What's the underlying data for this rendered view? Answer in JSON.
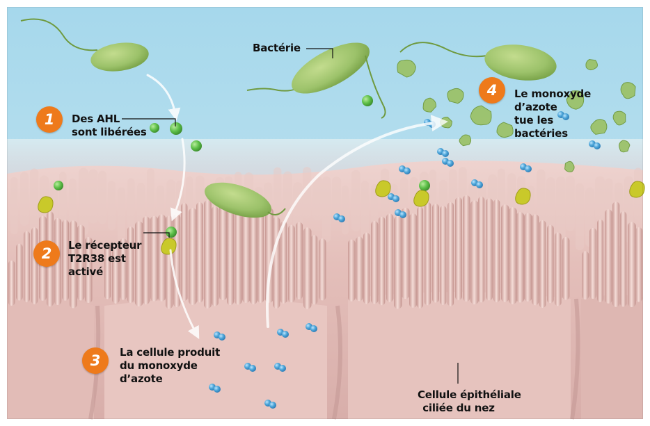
{
  "colors": {
    "water_top": "#a6d8ec",
    "water_bottom": "#cde9f1",
    "tissue_light": "#f3dcd6",
    "tissue_mid": "#e5c1bb",
    "tissue_dark": "#c99c98",
    "bacteria": "#9cc26a",
    "bacteria_dark": "#6f9a3f",
    "ahl": "#5dbf48",
    "receptor": "#c9c92a",
    "no_molecule": "#4da6d9",
    "badge": "#ee7a1b",
    "arrow": "#ffffff",
    "text": "#111111"
  },
  "steps": [
    {
      "number": "1",
      "lines": [
        "Des AHL",
        "sont libérées"
      ]
    },
    {
      "number": "2",
      "lines": [
        "Le récepteur",
        "T2R38 est",
        "activé"
      ]
    },
    {
      "number": "3",
      "lines": [
        "La cellule produit",
        "du monoxyde",
        "d’azote"
      ]
    },
    {
      "number": "4",
      "lines": [
        "Le monoxyde",
        "d’azote",
        "tue les",
        "bactéries"
      ]
    }
  ],
  "labels": {
    "bacterium": "Bactérie",
    "cell": [
      "Cellule épithéliale",
      "ciliée du nez"
    ]
  }
}
